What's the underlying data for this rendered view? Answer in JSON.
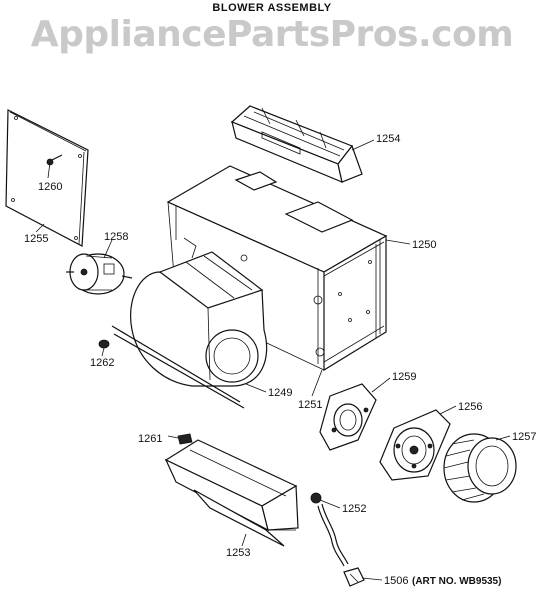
{
  "title": "BLOWER ASSEMBLY",
  "watermark": "AppliancePartsPros.com",
  "art_number": "(ART NO. WB9535)",
  "parts": [
    {
      "id": "p1250",
      "label": "1250"
    },
    {
      "id": "p1251",
      "label": "1251"
    },
    {
      "id": "p1252",
      "label": "1252"
    },
    {
      "id": "p1253",
      "label": "1253"
    },
    {
      "id": "p1254",
      "label": "1254"
    },
    {
      "id": "p1255",
      "label": "1255"
    },
    {
      "id": "p1256",
      "label": "1256"
    },
    {
      "id": "p1257",
      "label": "1257"
    },
    {
      "id": "p1258",
      "label": "1258"
    },
    {
      "id": "p1259",
      "label": "1259"
    },
    {
      "id": "p1260",
      "label": "1260"
    },
    {
      "id": "p1261",
      "label": "1261"
    },
    {
      "id": "p1262",
      "label": "1262"
    },
    {
      "id": "p1249",
      "label": "1249"
    },
    {
      "id": "p1506",
      "label": "1506"
    }
  ]
}
